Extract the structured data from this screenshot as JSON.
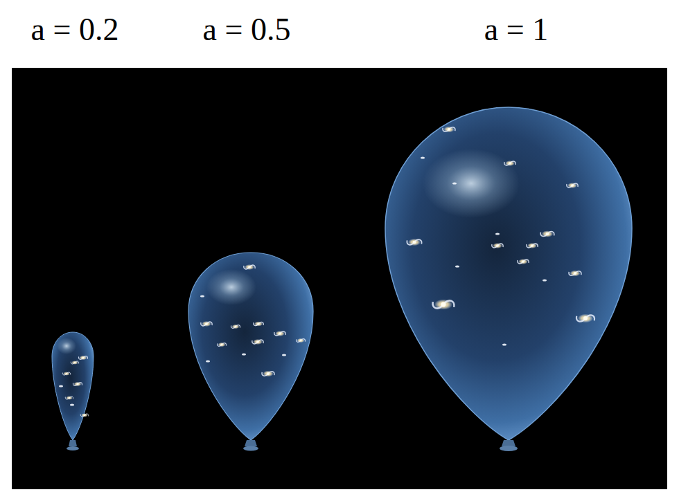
{
  "diagram": {
    "labels": [
      "a = 0.2",
      "a = 0.5",
      "a = 1"
    ]
  }
}
